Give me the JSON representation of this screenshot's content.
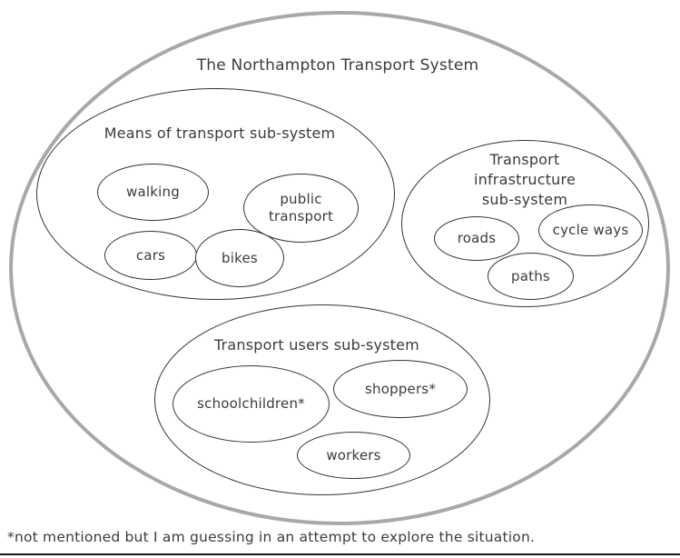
{
  "diagram": {
    "title": "The Northampton Transport System",
    "subsystems": [
      {
        "label": "Means of transport sub-system",
        "nodes": [
          "walking",
          "public transport",
          "cars",
          "bikes"
        ]
      },
      {
        "label": "Transport infrastructure sub-system",
        "nodes": [
          "roads",
          "cycle ways",
          "paths"
        ]
      },
      {
        "label": "Transport users sub-system",
        "nodes": [
          "schoolchildren*",
          "shoppers*",
          "workers"
        ]
      }
    ],
    "footnote": "*not mentioned but I am guessing in an attempt to explore the situation.",
    "colors": {
      "background": "#ffffff",
      "outer_ellipse_border": "#a8a8a8",
      "inner_ellipse_border": "#333333",
      "text": "#3b3b3b",
      "bottom_rule": "#1a1a1a"
    }
  }
}
